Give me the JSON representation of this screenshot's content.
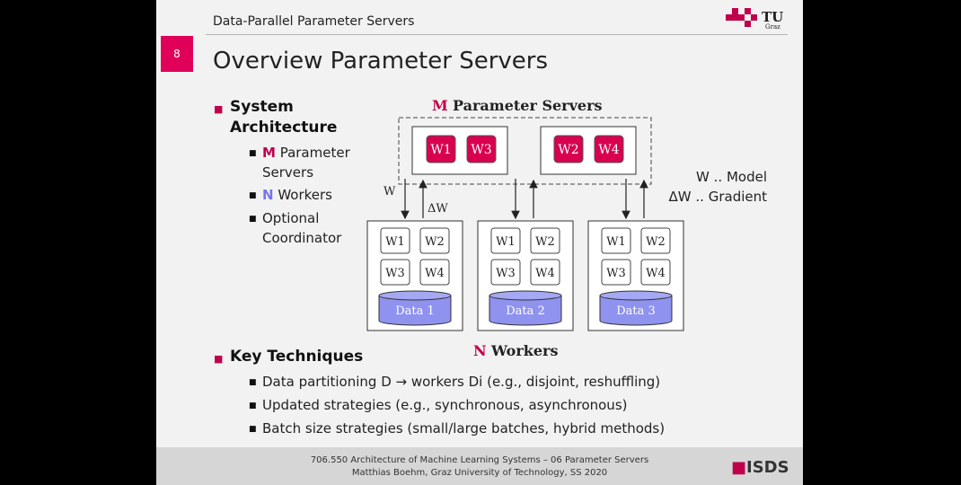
{
  "header": {
    "title": "Data-Parallel Parameter Servers",
    "logo_text": "TU",
    "logo_sub": "Graz"
  },
  "page_number": "8",
  "slide_title": "Overview Parameter Servers",
  "bullets": {
    "system_architecture": "System Architecture",
    "sub": [
      {
        "prefix": "M",
        "text": " Parameter Servers"
      },
      {
        "prefix": "N",
        "text": " Workers"
      },
      {
        "prefix": "",
        "text": "Optional Coordinator"
      }
    ],
    "key_techniques": "Key Techniques",
    "key_sub": [
      "Data partitioning D → workers Di (e.g., disjoint, reshuffling)",
      "Updated strategies (e.g., synchronous, asynchronous)",
      "Batch size strategies (small/large batches, hybrid methods)"
    ]
  },
  "diagram": {
    "servers_label_prefix": "M",
    "servers_label": "Parameter Servers",
    "server_groups": [
      [
        "W1",
        "W3"
      ],
      [
        "W2",
        "W4"
      ]
    ],
    "arrow_down_label": "W",
    "arrow_up_label": "ΔW",
    "workers": [
      {
        "weights": [
          "W1",
          "W2",
          "W3",
          "W4"
        ],
        "data": "Data 1"
      },
      {
        "weights": [
          "W1",
          "W2",
          "W3",
          "W4"
        ],
        "data": "Data 2"
      },
      {
        "weights": [
          "W1",
          "W2",
          "W3",
          "W4"
        ],
        "data": "Data 3"
      }
    ],
    "workers_label_prefix": "N",
    "workers_label": "Workers",
    "legend": [
      "W .. Model",
      "ΔW .. Gradient"
    ]
  },
  "footer": {
    "line1": "706.550 Architecture of Machine Learning Systems – 06 Parameter Servers",
    "line2": "Matthias Boehm, Graz University of Technology, SS 2020",
    "logo": "ISDS"
  },
  "colors": {
    "accent": "#c0004b",
    "server_weight": "#d8004f",
    "data": "#8f92ee",
    "workers_n": "#7575f0"
  }
}
